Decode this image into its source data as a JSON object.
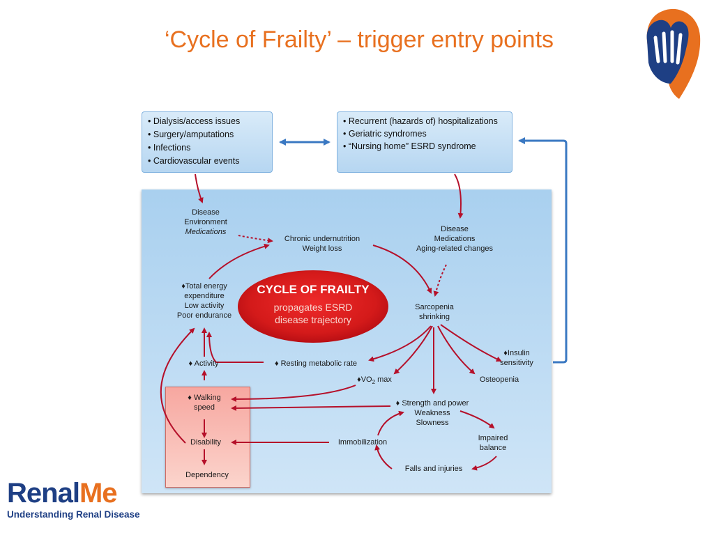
{
  "title": "‘Cycle of Frailty’ – trigger entry points",
  "brand": {
    "name_part1": "Renal",
    "name_part2": "Me",
    "tagline": "Understanding Renal Disease"
  },
  "colors": {
    "accent_orange": "#e8701f",
    "brand_blue": "#1e3f84",
    "arrow_red": "#b5102a",
    "arrow_blue": "#3a78c2"
  },
  "boxes": {
    "left": [
      "Dialysis/access issues",
      "Surgery/amputations",
      "Infections",
      "Cardiovascular events"
    ],
    "right": [
      "Recurrent (hazards of) hospitalizations",
      "Geriatric syndromes",
      "“Nursing home” ESRD syndrome"
    ]
  },
  "center": {
    "title": "CYCLE OF FRAILTY",
    "line1": "propagates ESRD",
    "line2": "disease trajectory"
  },
  "labels": {
    "disease_left": "Disease",
    "environment": "Environment",
    "medications_left": "Medications",
    "chronic_undernutrition": "Chronic undernutrition",
    "weight_loss": "Weight loss",
    "disease_right": "Disease",
    "medications_right": "Medications",
    "aging_changes": "Aging-related changes",
    "total_energy": "♦Total energy",
    "expenditure": "expenditure",
    "low_activity": "Low activity",
    "poor_endurance": "Poor endurance",
    "sarcopenia": "Sarcopenia",
    "shrinking": "shrinking",
    "activity": "♦ Activity",
    "resting_metabolic": "♦ Resting metabolic rate",
    "insulin": "♦Insulin",
    "sensitivity": "sensitivity",
    "vo2_prefix": "♦VO",
    "vo2_sub": "2",
    "vo2_suffix": " max",
    "osteopenia": "Osteopenia",
    "walking": "♦ Walking",
    "speed": "speed",
    "strength": "♦ Strength and power",
    "weakness": "Weakness",
    "slowness": "Slowness",
    "disability": "Disability",
    "immobilization": "Immobilization",
    "impaired": "Impaired",
    "balance": "balance",
    "dependency": "Dependency",
    "falls": "Falls and injuries"
  }
}
